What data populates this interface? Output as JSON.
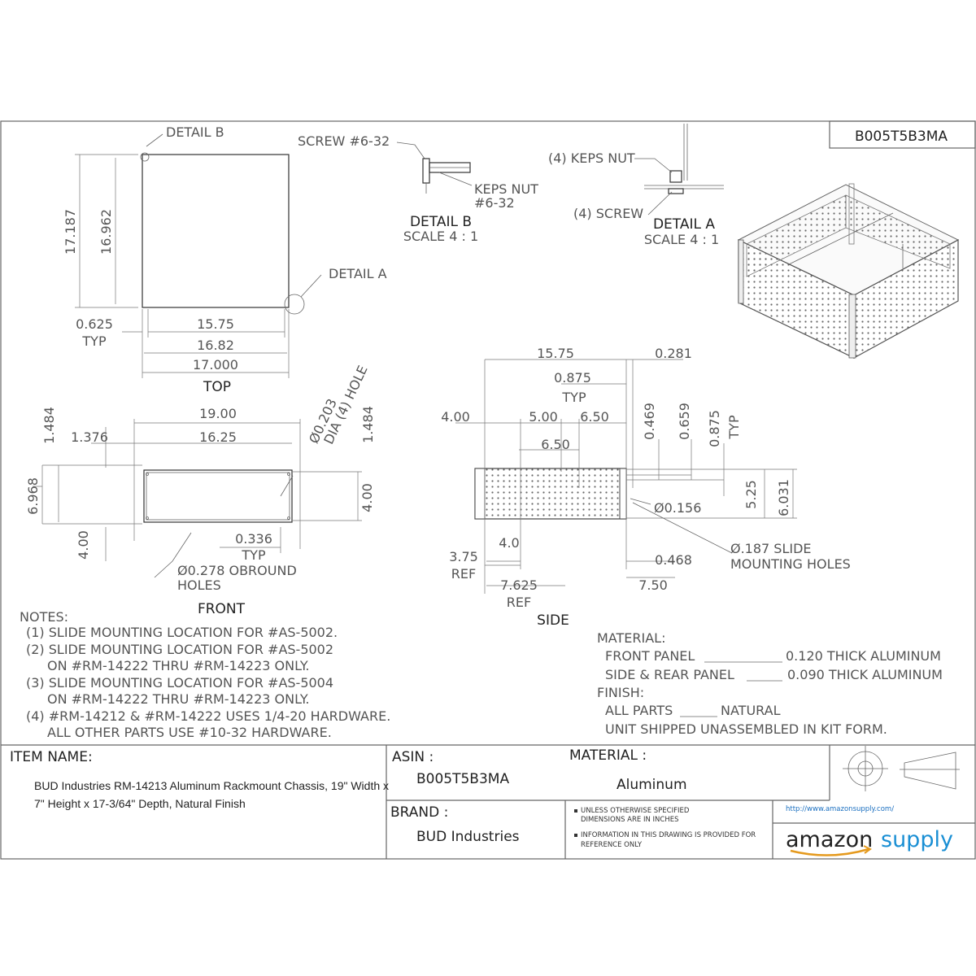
{
  "part_number": "B005T5B3MA",
  "views": {
    "top": {
      "title": "TOP",
      "detail_b_callout": "DETAIL B",
      "detail_a_callout": "DETAIL A",
      "dims": {
        "height_outer": "17.187",
        "height_inner": "16.962",
        "edge": "0.625",
        "edge_typ": "TYP",
        "w1": "15.75",
        "w2": "16.82",
        "w3": "17.000"
      }
    },
    "detail_b": {
      "screw": "SCREW #6-32",
      "nut_line1": "KEPS NUT",
      "nut_line2": "#6-32",
      "title": "DETAIL B",
      "scale": "SCALE 4 : 1"
    },
    "detail_a": {
      "nut": "(4) KEPS NUT",
      "screw": "(4) SCREW",
      "title": "DETAIL A",
      "scale": "SCALE 4 : 1"
    },
    "front": {
      "title": "FRONT",
      "dims": {
        "top_left": "1.484",
        "w19": "19.00",
        "left_off": "1.376",
        "w1625": "16.25",
        "hole_dia": "Ø0.203",
        "hole_desc": "DIA (4) HOLE",
        "right_top": "1.484",
        "height": "6.968",
        "right_h": "4.00",
        "bottom_h": "4.00",
        "slot": "0.336",
        "slot_typ": "TYP",
        "obround_line1": "Ø0.278 OBROUND",
        "obround_line2": "HOLES"
      }
    },
    "side": {
      "title": "SIDE",
      "dims": {
        "w1575": "15.75",
        "r0281": "0.281",
        "d0875": "0.875",
        "d0875_typ": "TYP",
        "d400": "4.00",
        "d500": "5.00",
        "d650a": "6.50",
        "d650b": "6.50",
        "v0469": "0.469",
        "v0659": "0.659",
        "v0875": "0.875",
        "v0875_typ": "TYP",
        "hole_dia": "Ø0.156",
        "v525": "5.25",
        "v6031": "6.031",
        "d40": "4.0",
        "d375": "3.75",
        "d375_ref": "REF",
        "d7625": "7.625",
        "d7625_ref": "REF",
        "d0468": "0.468",
        "d750": "7.50",
        "slide_line1": "Ø.187 SLIDE",
        "slide_line2": "MOUNTING HOLES"
      }
    }
  },
  "notes": {
    "heading": "NOTES:",
    "lines": [
      "(1) SLIDE MOUNTING LOCATION FOR #AS-5002.",
      "(2) SLIDE MOUNTING LOCATION FOR #AS-5002",
      "ON #RM-14222 THRU #RM-14223 ONLY.",
      "(3) SLIDE MOUNTING LOCATION FOR #AS-5004",
      "ON #RM-14222 THRU #RM-14223 ONLY.",
      "(4) #RM-14212 & #RM-14222 USES 1/4-20 HARDWARE.",
      "ALL OTHER PARTS USE #10-32 HARDWARE."
    ]
  },
  "material_spec": {
    "heading": "MATERIAL:",
    "front_label": "FRONT PANEL",
    "front_value": "0.120 THICK ALUMINUM",
    "side_label": "SIDE & REAR PANEL",
    "side_value": "0.090 THICK ALUMINUM",
    "finish_heading": "FINISH:",
    "parts_label": "ALL PARTS",
    "parts_value": "NATURAL",
    "shipped": "UNIT SHIPPED UNASSEMBLED IN KIT FORM."
  },
  "title_block": {
    "item_name_label": "ITEM NAME:",
    "item_name_line1": "BUD Industries RM-14213 Aluminum Rackmount Chassis, 19\" Width x",
    "item_name_line2": "7\" Height x 17-3/64\" Depth, Natural Finish",
    "asin_label": "ASIN :",
    "asin_value": "B005T5B3MA",
    "material_label": "MATERIAL :",
    "material_value": "Aluminum",
    "brand_label": "BRAND :",
    "brand_value": "BUD Industries",
    "disclaimer_1_line1": "UNLESS OTHERWISE SPECIFIED",
    "disclaimer_1_line2": "DIMENSIONS ARE IN INCHES",
    "disclaimer_2_line1": "INFORMATION IN THIS DRAWING IS PROVIDED FOR",
    "disclaimer_2_line2": "REFERENCE ONLY",
    "url": "http://www.amazonsupply.com/",
    "logo_text_a": "amazon",
    "logo_text_b": "supply"
  },
  "colors": {
    "line": "#333333",
    "text": "#555555",
    "logo_blue": "#1a8fd4"
  }
}
